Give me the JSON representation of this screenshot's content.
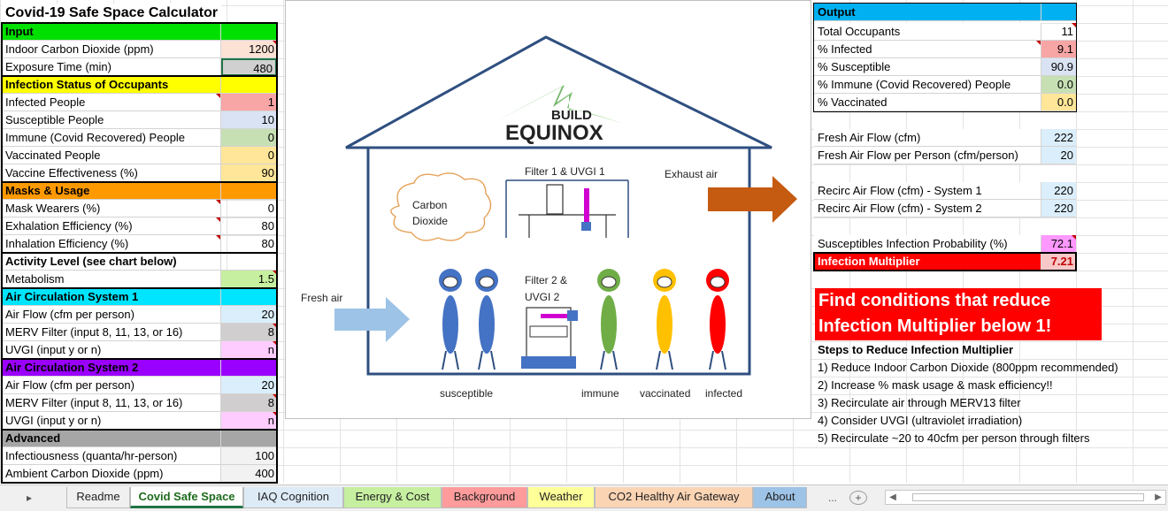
{
  "title": "Covid-19 Safe Space Calculator",
  "input": {
    "header": "Input",
    "rows": [
      {
        "label": "Indoor Carbon Dioxide (ppm)",
        "value": "1200"
      },
      {
        "label": "Exposure Time (min)",
        "value": "480"
      }
    ]
  },
  "infection": {
    "header": "Infection Status of Occupants",
    "rows": [
      {
        "label": "Infected People",
        "value": "1"
      },
      {
        "label": "Susceptible People",
        "value": "10"
      },
      {
        "label": "Immune (Covid Recovered) People",
        "value": "0"
      },
      {
        "label": "Vaccinated People",
        "value": "0"
      },
      {
        "label": "Vaccine Effectiveness (%)",
        "value": "90"
      }
    ]
  },
  "masks": {
    "header": "Masks & Usage",
    "rows": [
      {
        "label": "Mask Wearers (%)",
        "value": "0"
      },
      {
        "label": "Exhalation Efficiency (%)",
        "value": "80"
      },
      {
        "label": "Inhalation Efficiency (%)",
        "value": "80"
      }
    ]
  },
  "activity": {
    "header": "Activity Level (see chart below)",
    "rows": [
      {
        "label": "Metabolism",
        "value": "1.5"
      }
    ]
  },
  "air1": {
    "header": "Air Circulation System 1",
    "rows": [
      {
        "label": "Air Flow (cfm per person)",
        "value": "20"
      },
      {
        "label": "MERV Filter (input 8, 11, 13, or 16)",
        "value": "8"
      },
      {
        "label": "UVGI (input y or n)",
        "value": "n"
      }
    ]
  },
  "air2": {
    "header": "Air Circulation System 2",
    "rows": [
      {
        "label": "Air Flow (cfm per person)",
        "value": "20"
      },
      {
        "label": "MERV Filter (input 8, 11, 13, or 16)",
        "value": "8"
      },
      {
        "label": "UVGI (input y or n)",
        "value": "n"
      }
    ]
  },
  "advanced": {
    "header": "Advanced",
    "rows": [
      {
        "label": "Infectiousness (quanta/hr-person)",
        "value": "100"
      },
      {
        "label": "Ambient Carbon Dioxide (ppm)",
        "value": "400"
      }
    ]
  },
  "output": {
    "header": "Output",
    "rows": [
      {
        "label": "Total Occupants",
        "value": "11"
      },
      {
        "label": "% Infected",
        "value": "9.1"
      },
      {
        "label": "% Susceptible",
        "value": "90.9"
      },
      {
        "label": "% Immune (Covid Recovered) People",
        "value": "0.0"
      },
      {
        "label": "% Vaccinated",
        "value": "0.0"
      },
      {
        "label": "Fresh Air Flow (cfm)",
        "value": "222"
      },
      {
        "label": "Fresh Air Flow per Person (cfm/person)",
        "value": "20"
      },
      {
        "label": "Recirc Air Flow (cfm) - System 1",
        "value": "220"
      },
      {
        "label": "Recirc Air Flow (cfm) - System 2",
        "value": "220"
      },
      {
        "label": "Susceptibles Infection Probability (%)",
        "value": "72.1"
      },
      {
        "label": "Infection Multiplier",
        "value": "7.21"
      }
    ]
  },
  "banner": {
    "line1": "Find conditions that reduce",
    "line2": "Infection Multiplier below 1!"
  },
  "steps": {
    "title": "Steps to Reduce Infection Multiplier",
    "items": [
      "1) Reduce Indoor Carbon Dioxide (800ppm recommended)",
      "2) Increase % mask usage & mask efficiency!!",
      "3) Recirculate air through MERV13 filter",
      "4) Consider UVGI (ultraviolet irradiation)",
      "5) Recirculate ~20 to 40cfm per person through filters"
    ]
  },
  "diagram": {
    "logo_top": "BUILD",
    "logo_bottom": "EQUINOX",
    "filter1": "Filter 1 & UVGI 1",
    "exhaust": "Exhaust air",
    "co2_line1": "Carbon",
    "co2_line2": "Dioxide",
    "filter2_line1": "Filter 2 &",
    "filter2_line2": "UVGI 2",
    "fresh": "Fresh air",
    "susceptible": "susceptible",
    "immune": "immune",
    "vaccinated": "vaccinated",
    "infected": "infected"
  },
  "tabs": [
    "Readme",
    "Covid Safe Space",
    "IAQ Cognition",
    "Energy & Cost",
    "Background",
    "Weather",
    "CO2 Healthy Air Gateway",
    "About"
  ],
  "tabbar": {
    "more": "...",
    "add": "+"
  },
  "colors": {
    "green": "#00e000",
    "yellow": "#ffff00",
    "orange": "#ff9900",
    "cyan": "#00e5ff",
    "purple": "#9900ff",
    "gray": "#a6a6a6",
    "output": "#00b0f0",
    "red": "#ff0000"
  }
}
